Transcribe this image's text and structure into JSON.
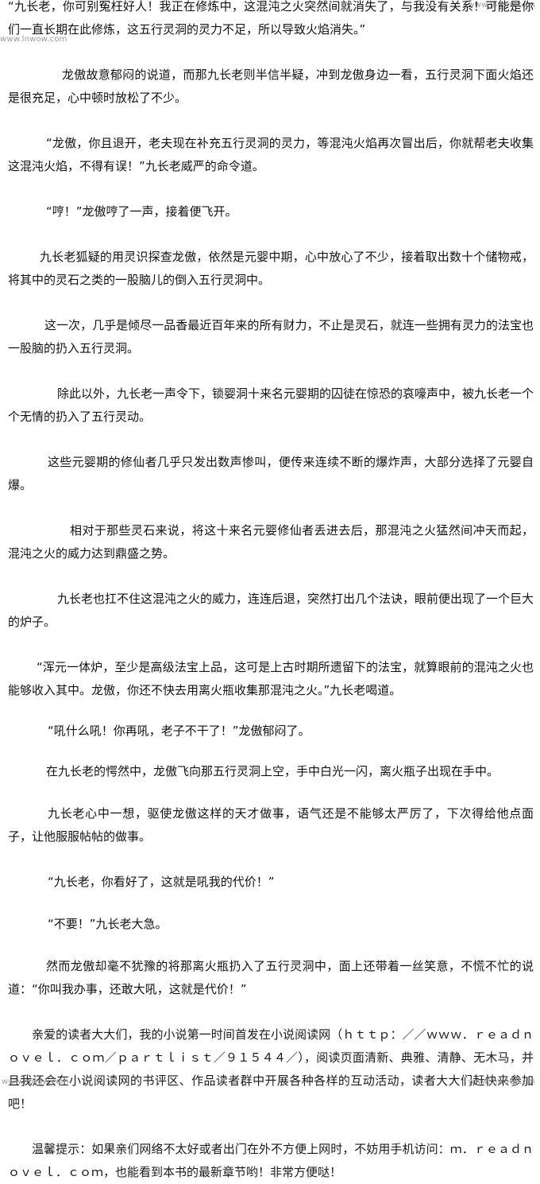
{
  "watermarks": {
    "top_right": "www.lnwow.com",
    "top_left": "www.lnwow.com",
    "bottom_left": "www.lnwow.com",
    "bottom_right": "www.lnwow.com"
  },
  "paragraphs": [
    "“九长老，你可别冤枉好人！我正在修炼中，这混沌之火突然间就消失了，与我没有关系！可能是你们一直长期在此修炼，这五行灵洞的灵力不足，所以导致火焰消失。”",
    "龙傲故意郁闷的说道，而那九长老则半信半疑，冲到龙傲身边一看，五行灵洞下面火焰还是很充足，心中顿时放松了不少。",
    "“龙傲，你且退开，老夫现在补充五行灵洞的灵力，等混沌火焰再次冒出后，你就帮老夫收集这混沌火焰，不得有误！”九长老威严的命令道。",
    "“哼！”龙傲哼了一声，接着便飞开。",
    "九长老狐疑的用灵识探查龙傲，依然是元婴中期，心中放心了不少，接着取出数十个储物戒，将其中的灵石之类的一股脑儿的倒入五行灵洞中。",
    "这一次，几乎是倾尽一品香最近百年来的所有财力，不止是灵石，就连一些拥有灵力的法宝也一股脑的扔入五行灵洞。",
    "除此以外，九长老一声令下，锁婴洞十来名元婴期的囚徒在惊恐的哀嚎声中，被九长老一个个无情的扔入了五行灵动。",
    "这些元婴期的修仙者几乎只发出数声惨叫，便传来连续不断的爆炸声，大部分选择了元婴自爆。",
    "相对于那些灵石来说，将这十来名元婴修仙者丢进去后，那混沌之火猛然间冲天而起，混沌之火的威力达到鼎盛之势。",
    "九长老也扛不住这混沌之火的威力，连连后退，突然打出几个法诀，眼前便出现了一个巨大的炉子。",
    "“浑元一体炉，至少是高级法宝上品，这可是上古时期所遗留下的法宝，就算眼前的混沌之火也能够收入其中。龙傲，你还不快去用离火瓶收集那混沌之火。”九长老喝道。",
    "“吼什么吼！你再吼，老子不干了！”龙傲郁闷了。",
    "在九长老的愕然中，龙傲飞向那五行灵洞上空，手中白光一闪，离火瓶子出现在手中。",
    "九长老心中一想，驱使龙傲这样的天才做事，语气还是不能够太严厉了，下次得给他点面子，让他服服帖帖的做事。",
    "“九长老，你看好了，这就是吼我的代价！”",
    "“不要！”九长老大急。",
    "然而龙傲却毫不犹豫的将那离火瓶扔入了五行灵洞中，面上还带着一丝笑意，不慌不忙的说道：“你叫我办事，还敢大吼，这就是代价！”",
    "亲爱的读者大大们，我的小说第一时间首发在小说阅读网（ｈｔｔｐ：／／ｗｗｗ．ｒｅａｄｎｏｖｅｌ．ｃｏｍ／ｐａｒｔｌｉｓｔ／９１５４４／），阅读页面清新、典雅、清静、无木马，并且我还会在小说阅读网的书评区、作品读者群中开展各种各样的互动活动，读者大大们赶快来参加吧！",
    "温馨提示：如果亲们网络不太好或者出门在外不方便上网时，不妨用手机访问：ｍ．ｒｅａｄｎｏｖｅｌ．ｃｏｍ，也能看到本书的最新章节哟！非常方便哒！"
  ]
}
